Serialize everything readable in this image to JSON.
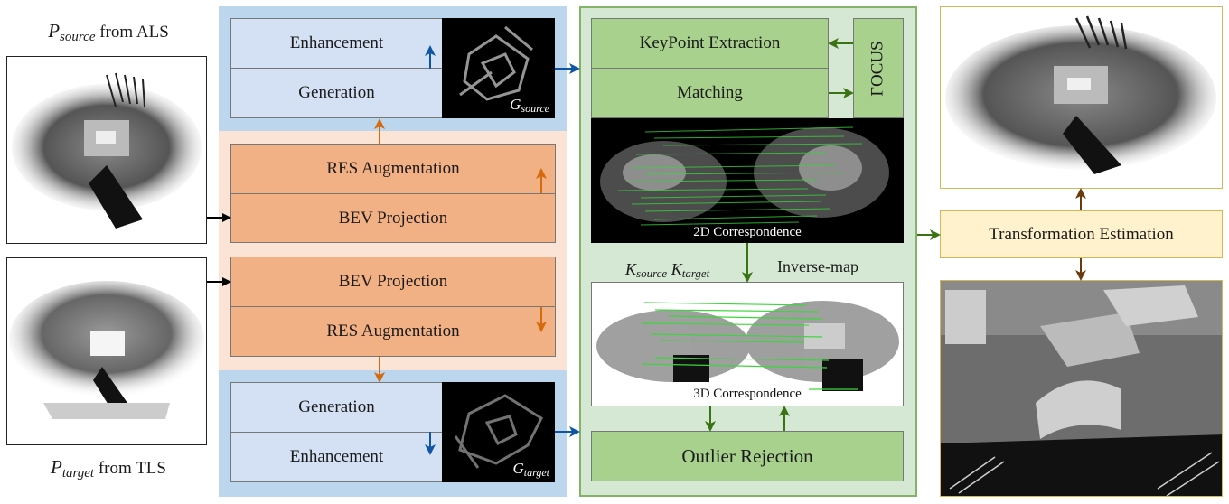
{
  "inputs": {
    "source": {
      "symbol": "P",
      "subscript": "source",
      "suffix": " from ALS"
    },
    "target": {
      "symbol": "P",
      "subscript": "target",
      "suffix": " from TLS"
    }
  },
  "bev_module": {
    "source_projection": "BEV Projection",
    "source_augmentation": "RES Augmentation",
    "target_projection": "BEV Projection",
    "target_augmentation": "RES Augmentation"
  },
  "image_module": {
    "source_enhancement": "Enhancement",
    "source_generation": "Generation",
    "source_image": {
      "symbol": "G",
      "subscript": "source"
    },
    "target_generation": "Generation",
    "target_enhancement": "Enhancement",
    "target_image": {
      "symbol": "G",
      "subscript": "target"
    }
  },
  "matching_module": {
    "keypoint_extraction": "KeyPoint Extraction",
    "matching": "Matching",
    "focus": "FOCUS",
    "correspondence_2d": "2D Correspondence",
    "k_source": {
      "symbol": "K",
      "subscript": "source"
    },
    "k_target": {
      "symbol": "K",
      "subscript": "target"
    },
    "inverse_map": "Inverse-map",
    "correspondence_3d": "3D Correspondence",
    "outlier_rejection": "Outlier Rejection"
  },
  "output_module": {
    "transformation_estimation": "Transformation Estimation"
  },
  "colors": {
    "blue_arrow": "#0e56a5",
    "orange_arrow": "#d46a0c",
    "green_arrow": "#3b7314",
    "brown_arrow": "#6b3a0b",
    "black_arrow": "#000000"
  }
}
